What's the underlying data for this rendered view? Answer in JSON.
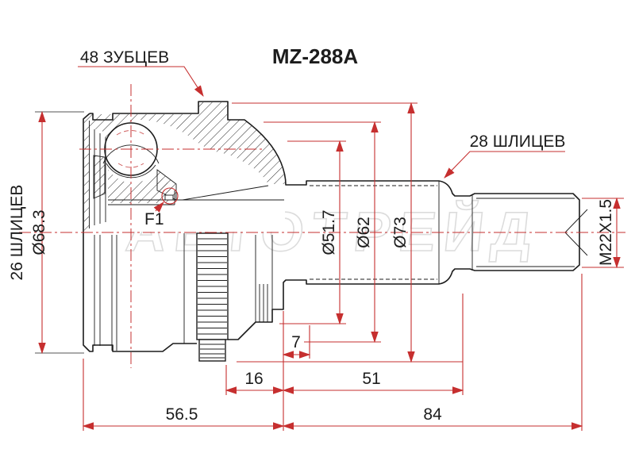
{
  "drawing": {
    "part_number": "MZ-288A",
    "watermark": "АВТОТРЕЙД",
    "labels": {
      "teeth_count": "48 ЗУБЦЕВ",
      "outer_splines": "28 ШЛИЦЕВ",
      "inner_splines": "26 ШЛИЦЕВ",
      "inner_spline_diameter": "Ø68.3",
      "detail_marker": "F1",
      "thread_spec": "M22X1.5"
    },
    "diameters": {
      "groove": "Ø51.7",
      "body": "Ø62",
      "flange": "Ø73"
    },
    "lengths": {
      "groove_offset": "7",
      "ring_section": "16",
      "shaft_section": "51",
      "body_section": "56.5",
      "stem_section": "84"
    },
    "colors": {
      "dimension_red": "#c62f2f",
      "line_black": "#1c1c1c"
    }
  }
}
